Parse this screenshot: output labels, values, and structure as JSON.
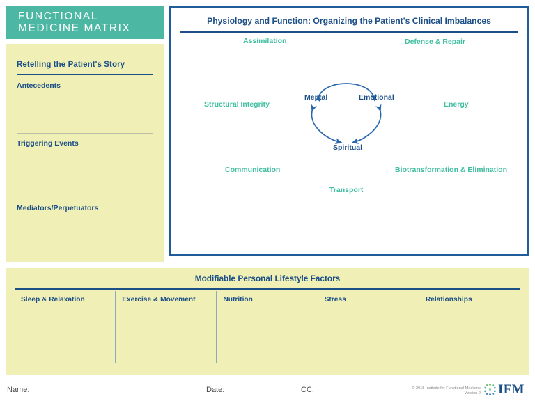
{
  "colors": {
    "teal_banner": "#4cb8a4",
    "panel_yellow": "#efefb6",
    "border_blue": "#1f5c99",
    "text_blue": "#1c4f86",
    "label_green": "#3fbfa0",
    "divider_gray": "#b9bfa8"
  },
  "banner": {
    "line1": "FUNCTIONAL",
    "line2": "MEDICINE MATRIX"
  },
  "story": {
    "heading": "Retelling the Patient's Story",
    "sections": [
      {
        "label": "Antecedents"
      },
      {
        "label": "Triggering Events"
      },
      {
        "label": "Mediators/Perpetuators"
      }
    ]
  },
  "matrix": {
    "title": "Physiology and Function: Organizing the Patient's Clinical Imbalances",
    "nodes": [
      {
        "key": "assimilation",
        "label": "Assimilation"
      },
      {
        "key": "defense",
        "label": "Defense & Repair"
      },
      {
        "key": "structural",
        "label": "Structural Integrity"
      },
      {
        "key": "energy",
        "label": "Energy"
      },
      {
        "key": "communication",
        "label": "Communication"
      },
      {
        "key": "biotransformation",
        "label": "Biotransformation & Elimination"
      },
      {
        "key": "transport",
        "label": "Transport"
      }
    ],
    "core": [
      {
        "key": "mental",
        "label": "Mental"
      },
      {
        "key": "emotional",
        "label": "Emotional"
      },
      {
        "key": "spiritual",
        "label": "Spiritual"
      }
    ]
  },
  "lifestyle": {
    "title": "Modifiable Personal Lifestyle Factors",
    "columns": [
      {
        "label": "Sleep & Relaxation"
      },
      {
        "label": "Exercise & Movement"
      },
      {
        "label": "Nutrition"
      },
      {
        "label": "Stress"
      },
      {
        "label": "Relationships"
      }
    ]
  },
  "footer": {
    "name_label": "Name:",
    "date_label": "Date:",
    "cc_label": "CC:",
    "copyright_line1": "© 2015 Institute for Functional Medicine",
    "copyright_line2": "Version 2",
    "logo_text": "IFM"
  }
}
